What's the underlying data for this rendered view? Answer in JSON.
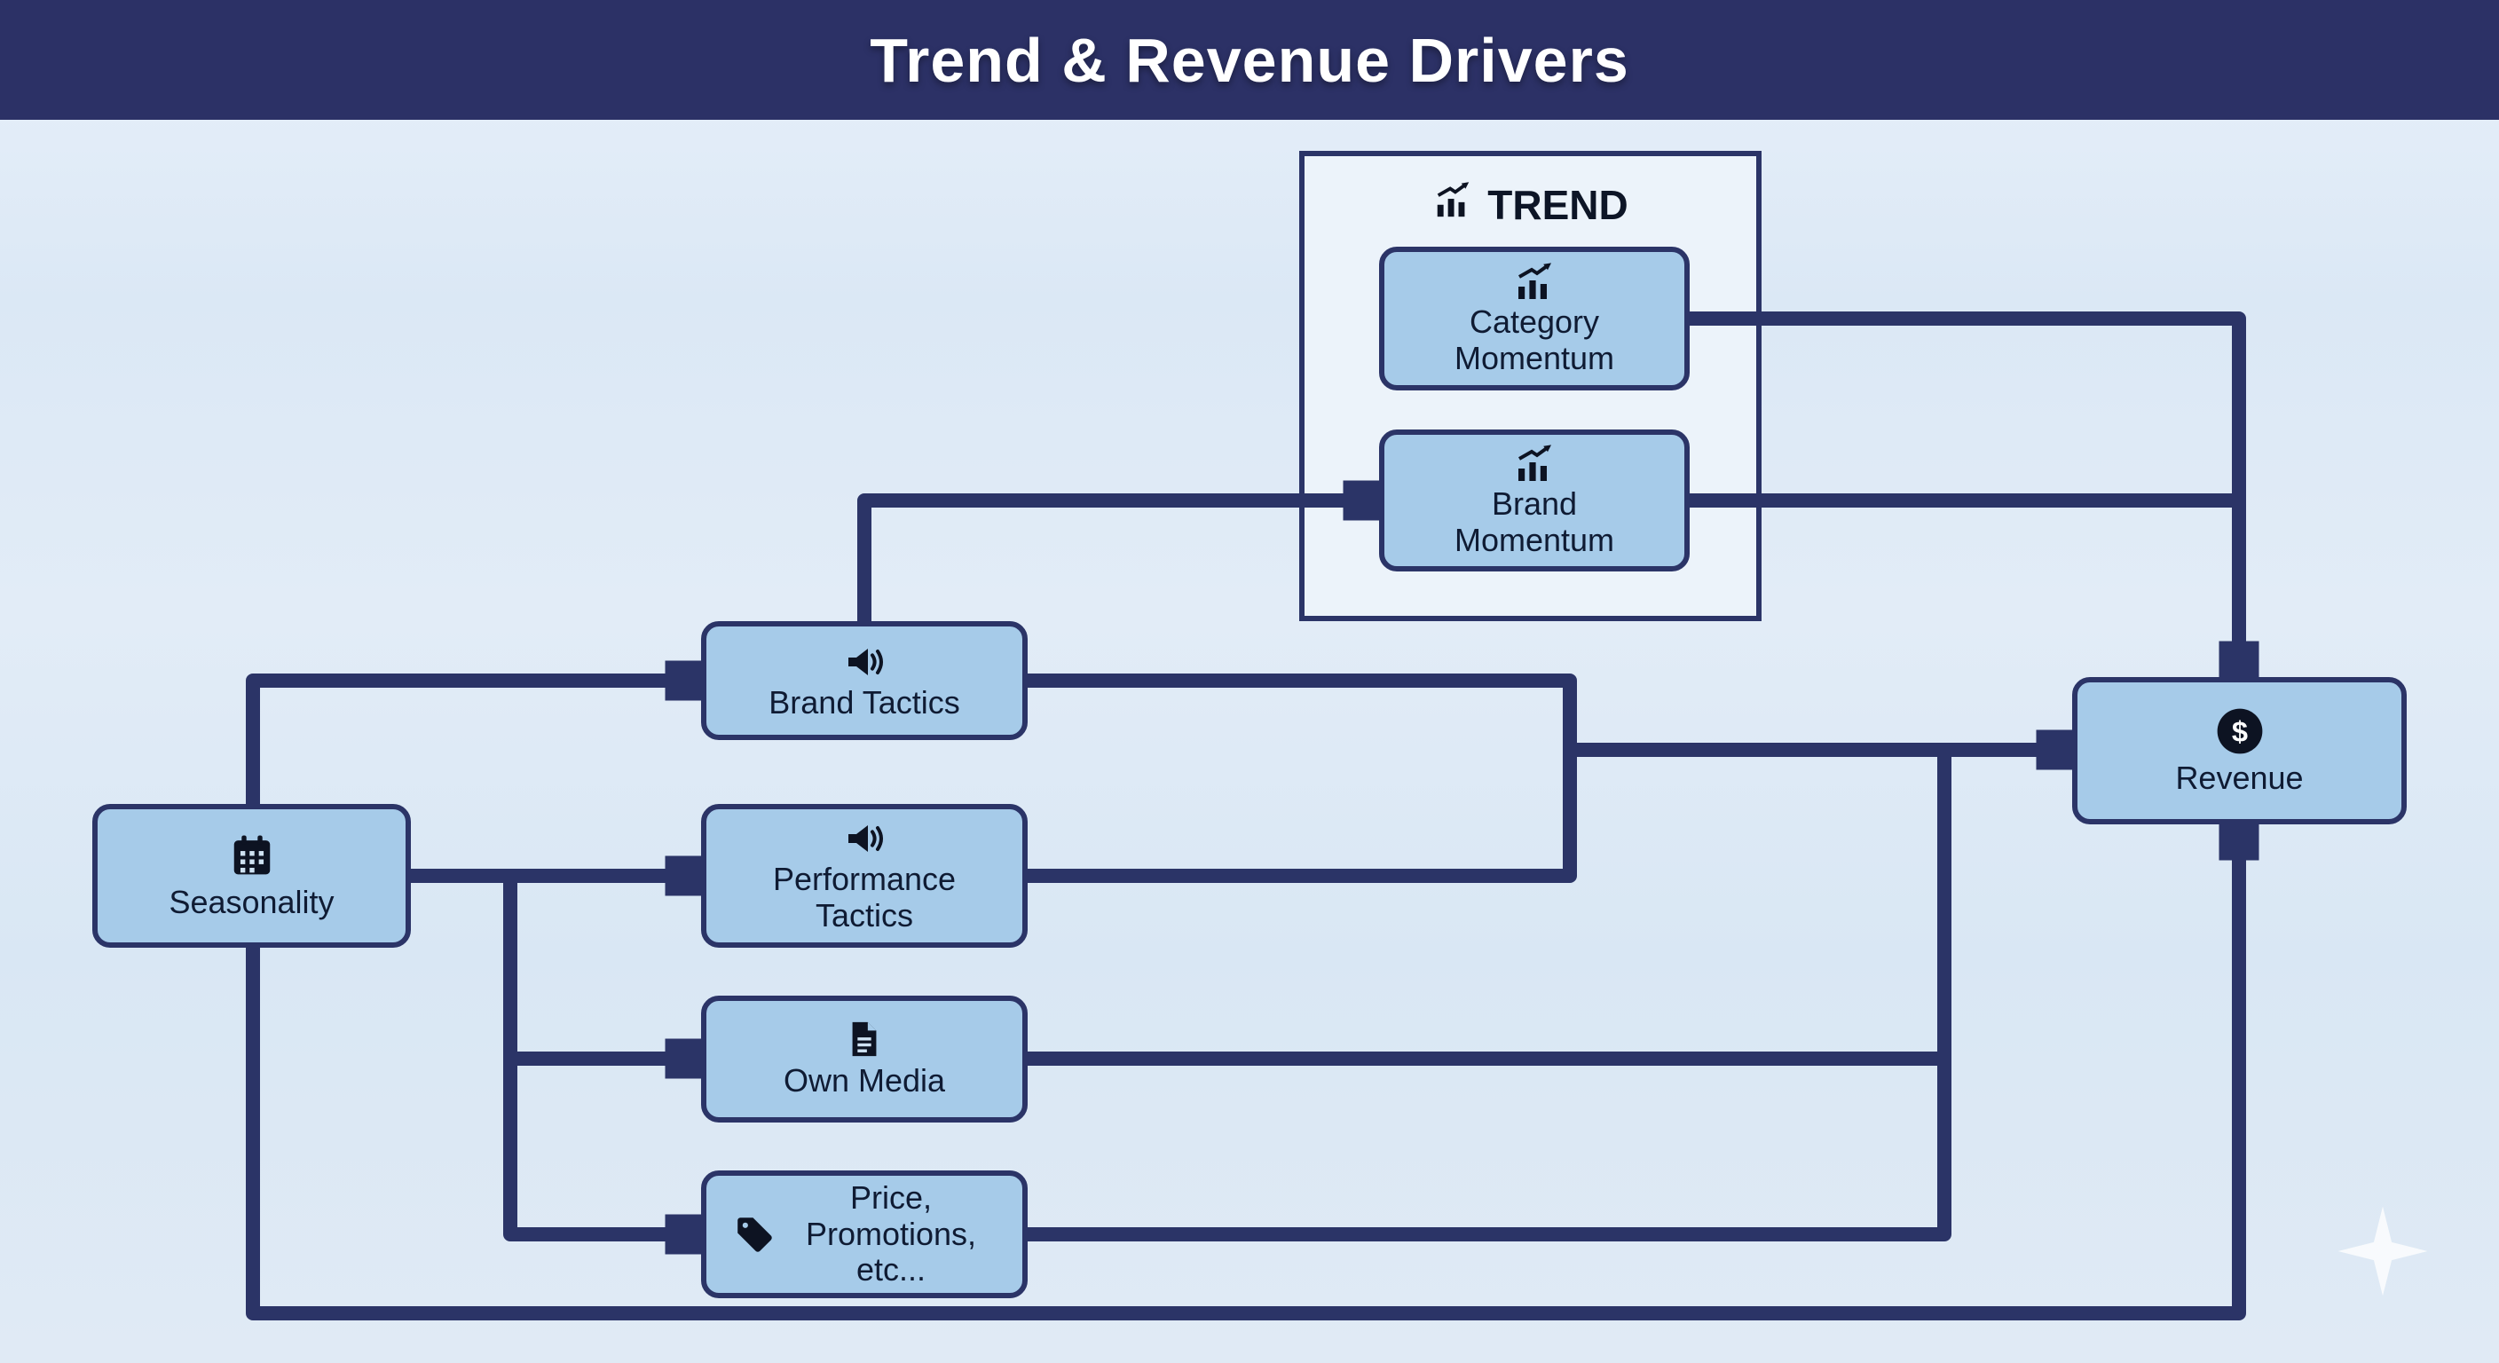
{
  "title": "Trend & Revenue Drivers",
  "colors": {
    "header_bg": "#2c3166",
    "canvas_bg": "#dde9f5",
    "node_fill": "#a6cbe9",
    "node_border": "#2b3467",
    "arrow": "#2b3467",
    "trend_box_fill": "#ecf3fa",
    "title_text": "#ffffff",
    "node_text": "#0f1b33"
  },
  "trend_group": {
    "label": "TREND",
    "icon": "bar-chart-rising-icon"
  },
  "nodes": {
    "seasonality": {
      "label": "Seasonality",
      "icon": "calendar-icon"
    },
    "brand_tactics": {
      "label": "Brand Tactics",
      "icon": "megaphone-icon"
    },
    "performance_tactics": {
      "label": "Performance Tactics",
      "icon": "megaphone-icon"
    },
    "own_media": {
      "label": "Own Media",
      "icon": "document-icon"
    },
    "price_promotions": {
      "label": "Price, Promotions, etc...",
      "icon": "price-tag-icon"
    },
    "category_momentum": {
      "label": "Category Momentum",
      "icon": "bar-chart-rising-icon"
    },
    "brand_momentum": {
      "label": "Brand Momentum",
      "icon": "bar-chart-rising-icon"
    },
    "revenue": {
      "label": "Revenue",
      "icon": "dollar-circle-icon"
    }
  },
  "edges": [
    {
      "from": "seasonality",
      "to": "brand_tactics"
    },
    {
      "from": "seasonality",
      "to": "performance_tactics"
    },
    {
      "from": "seasonality",
      "to": "own_media"
    },
    {
      "from": "seasonality",
      "to": "price_promotions"
    },
    {
      "from": "seasonality",
      "to": "revenue"
    },
    {
      "from": "brand_tactics",
      "to": "brand_momentum"
    },
    {
      "from": "brand_tactics",
      "to": "revenue"
    },
    {
      "from": "performance_tactics",
      "to": "revenue"
    },
    {
      "from": "own_media",
      "to": "revenue"
    },
    {
      "from": "price_promotions",
      "to": "revenue"
    },
    {
      "from": "category_momentum",
      "to": "revenue"
    },
    {
      "from": "brand_momentum",
      "to": "revenue"
    }
  ],
  "decor": {
    "sparkle": "sparkle-icon"
  }
}
